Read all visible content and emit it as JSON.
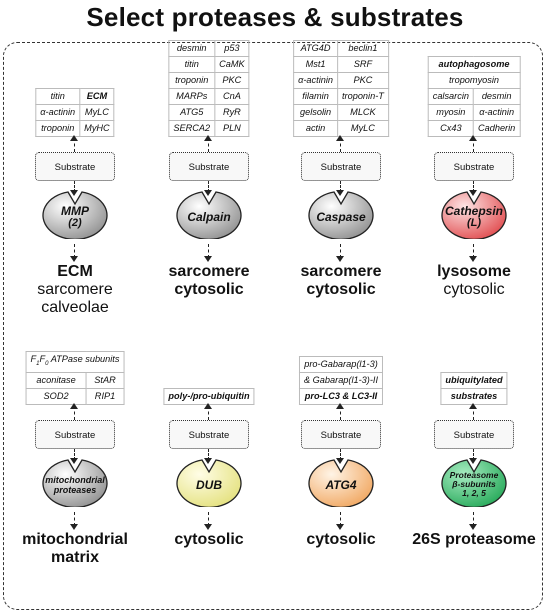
{
  "title": "Select proteases & substrates",
  "substrate_label": "Substrate",
  "panels": [
    {
      "enzyme": [
        "MMP",
        "(2)"
      ],
      "fill": "gray",
      "table": [
        [
          "titin",
          "ECM"
        ],
        [
          "α-actinin",
          "MyLC"
        ],
        [
          "troponin",
          "MyHC"
        ]
      ],
      "bold_cells": [
        "ECM"
      ],
      "location": [
        "ECM",
        "sarcomere",
        "calveolae"
      ],
      "location_bold": [
        true,
        false,
        false
      ]
    },
    {
      "enzyme": [
        "Calpain"
      ],
      "fill": "gray",
      "table": [
        [
          "desmin",
          "p53"
        ],
        [
          "titin",
          "CaMK"
        ],
        [
          "troponin",
          "PKC"
        ],
        [
          "MARPs",
          "CnA"
        ],
        [
          "ATG5",
          "RyR"
        ],
        [
          "SERCA2",
          "PLN"
        ]
      ],
      "bold_cells": [],
      "location": [
        "sarcomere",
        "cytosolic"
      ],
      "location_bold": [
        true,
        true
      ]
    },
    {
      "enzyme": [
        "Caspase"
      ],
      "fill": "gray",
      "table": [
        [
          "ATG4D",
          "beclin1"
        ],
        [
          "Mst1",
          "SRF"
        ],
        [
          "α-actinin",
          "PKC"
        ],
        [
          "filamin",
          "troponin-T"
        ],
        [
          "gelsolin",
          "MLCK"
        ],
        [
          "actin",
          "MyLC"
        ]
      ],
      "bold_cells": [],
      "location": [
        "sarcomere",
        "cytosolic"
      ],
      "location_bold": [
        true,
        true
      ]
    },
    {
      "enzyme": [
        "Cathepsin",
        "(L)"
      ],
      "fill": "red",
      "table_header": "autophagosome",
      "table": [
        [
          "tropomyosin"
        ],
        [
          "calsarcin",
          "desmin"
        ],
        [
          "myosin",
          "α-actinin"
        ],
        [
          "Cx43",
          "Cadherin"
        ]
      ],
      "bold_cells": [
        "autophagosome"
      ],
      "location": [
        "lysosome",
        "cytosolic"
      ],
      "location_bold": [
        true,
        false
      ]
    },
    {
      "enzyme": [
        "mitochondrial",
        "proteases"
      ],
      "fill": "gray",
      "table_header": "F1F0 ATPase subunits",
      "table": [
        [
          "aconitase",
          "StAR"
        ],
        [
          "SOD2",
          "RIP1"
        ]
      ],
      "bold_cells": [],
      "location": [
        "mitochondrial",
        "matrix"
      ],
      "location_bold": [
        true,
        true
      ]
    },
    {
      "enzyme": [
        "DUB"
      ],
      "fill": "yellow",
      "table_header": "poly-/pro-ubiquitin",
      "table": [],
      "bold_cells": [
        "poly-/pro-ubiquitin"
      ],
      "location": [
        "cytosolic"
      ],
      "location_bold": [
        true
      ]
    },
    {
      "enzyme": [
        "ATG4"
      ],
      "fill": "orange",
      "table": [
        [
          "pro-Gabarap(l1-3)"
        ],
        [
          "& Gabarap(l1-3)-II"
        ],
        [
          "pro-LC3 & LC3-II"
        ]
      ],
      "bold_cells": [
        "pro-LC3 & LC3-II"
      ],
      "location": [
        "cytosolic"
      ],
      "location_bold": [
        true
      ]
    },
    {
      "enzyme": [
        "Proteasome",
        "β-subunits",
        "1, 2, 5"
      ],
      "fill": "green",
      "table_header": "ubiquitylated",
      "table": [
        [
          "substrates"
        ]
      ],
      "bold_cells": [
        "ubiquitylated",
        "substrates"
      ],
      "location": [
        "26S proteasome"
      ],
      "location_bold": [
        true
      ]
    }
  ],
  "colors": {
    "gray": [
      "#ffffff",
      "#8c8c8c"
    ],
    "red": [
      "#fde4e4",
      "#e0474a"
    ],
    "yellow": [
      "#fffde6",
      "#e3e07a"
    ],
    "orange": [
      "#fff4e6",
      "#f0a45c"
    ],
    "green": [
      "#a8ecc2",
      "#22a756"
    ]
  }
}
